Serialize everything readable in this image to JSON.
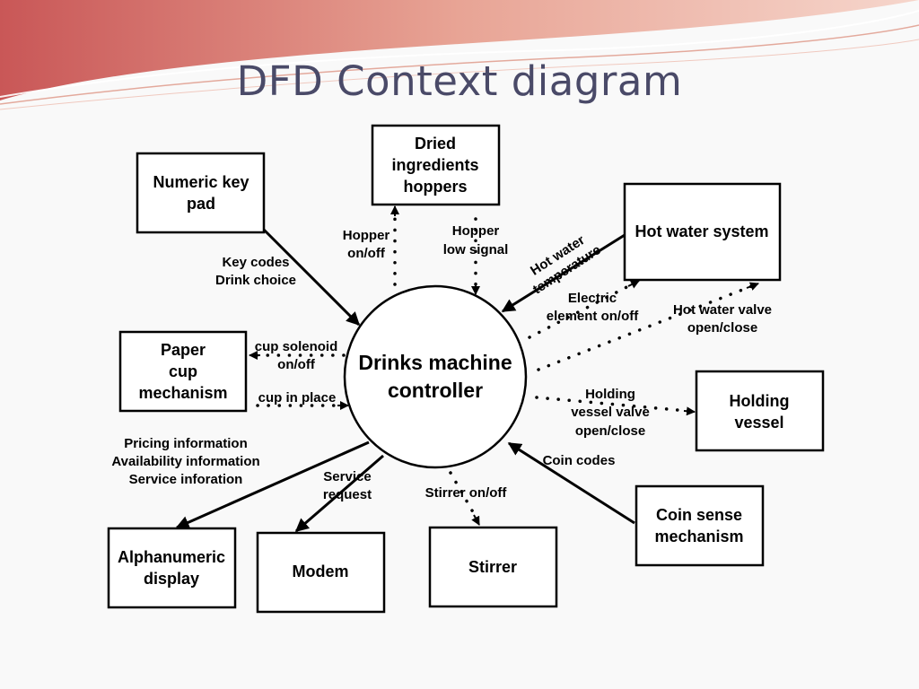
{
  "slide": {
    "title": "DFD Context diagram"
  },
  "process": {
    "line1": "Drinks machine",
    "line2": "controller"
  },
  "entities": {
    "dried_ingredients": [
      "Dried",
      "ingredients",
      "hoppers"
    ],
    "numeric_keypad": [
      "Numeric key",
      "pad"
    ],
    "hot_water_system": [
      "Hot water system"
    ],
    "paper_cup": [
      "Paper",
      "cup",
      "mechanism"
    ],
    "holding_vessel": [
      "Holding",
      "vessel"
    ],
    "coin_sense": [
      "Coin sense",
      "mechanism"
    ],
    "alphanumeric_display": [
      "Alphanumeric",
      "display"
    ],
    "modem": [
      "Modem"
    ],
    "stirrer": [
      "Stirrer"
    ]
  },
  "flows": {
    "hopper_onoff": [
      "Hopper",
      "on/off"
    ],
    "hopper_low": [
      "Hopper",
      "low signal"
    ],
    "key_codes": [
      "Key codes",
      "Drink choice"
    ],
    "hot_water_temp": [
      "Hot water",
      "temperature"
    ],
    "electric_element": [
      "Electric",
      "element on/off"
    ],
    "hot_water_valve": [
      "Hot water valve",
      "open/close"
    ],
    "cup_solenoid": [
      "cup solenoid",
      "on/off"
    ],
    "cup_in_place": [
      "cup in place"
    ],
    "holding_valve": [
      "Holding",
      "vessel valve",
      "open/close"
    ],
    "pricing": [
      "Pricing information",
      "Availability information",
      "Service inforation"
    ],
    "coin_codes": [
      "Coin codes"
    ],
    "service_request": [
      "Service",
      "request"
    ],
    "stirrer_onoff": [
      "Stirrer on/off"
    ]
  },
  "colors": {
    "title": "#4a4a68",
    "wave_dark": "#d9706c",
    "wave_light": "#f0b8aa"
  }
}
